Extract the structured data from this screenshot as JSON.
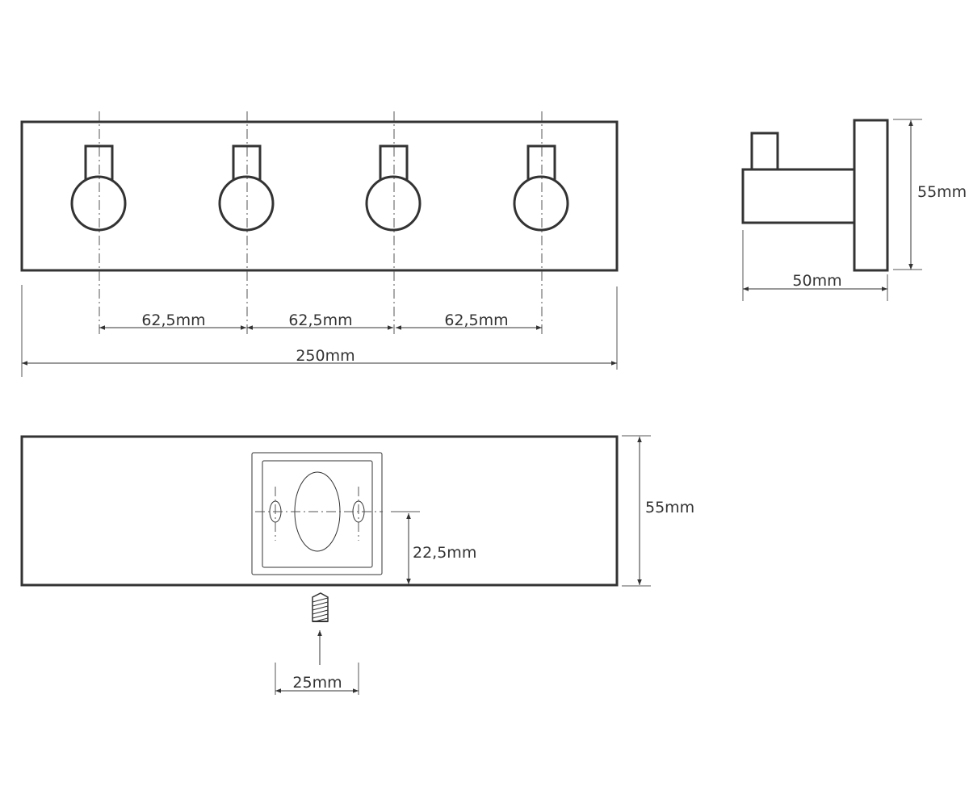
{
  "front_view": {
    "hook_count": 4,
    "pitch_labels": [
      "62,5mm",
      "62,5mm",
      "62,5mm"
    ],
    "overall_width_label": "250mm"
  },
  "side_view": {
    "height_label": "55mm",
    "depth_label": "50mm"
  },
  "back_view": {
    "height_label": "55mm",
    "center_height_label": "22,5mm",
    "hole_spacing_label": "25mm"
  }
}
